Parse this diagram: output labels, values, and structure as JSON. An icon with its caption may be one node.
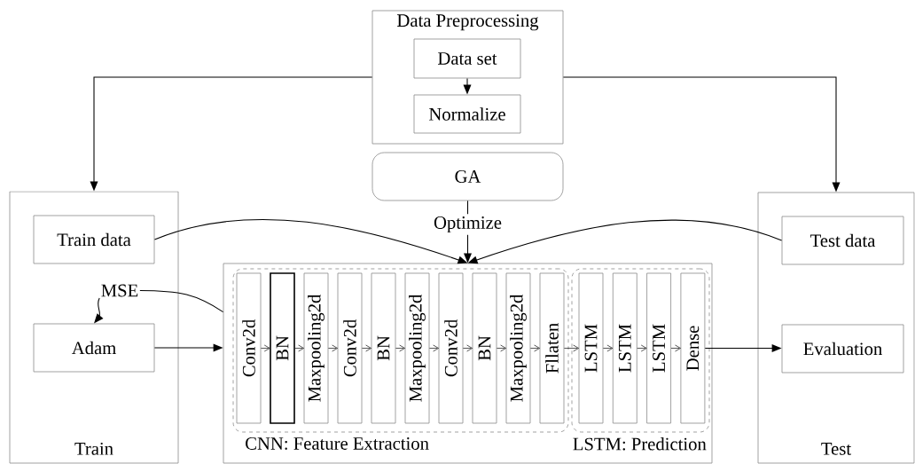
{
  "diagram": {
    "nodes": [
      {
        "text": [
          "Data Preprocessing"
        ]
      },
      {
        "text": [
          "Data set"
        ],
        "in": 0
      },
      {
        "text": [
          "Normalize"
        ],
        "in": 0
      },
      {
        "text": [
          "GA"
        ]
      },
      {
        "text": [
          "Train"
        ]
      },
      {
        "text": [
          "Train data"
        ],
        "in": 4
      },
      {
        "text": [
          "MSE"
        ],
        "in": 4
      },
      {
        "text": [
          "Adam"
        ],
        "in": 4
      },
      {
        "text": [],
        "shape": "box"
      },
      {
        "text": [
          "CNN: Feature Extraction"
        ],
        "in": 8
      },
      {
        "text": [
          "LSTM: Prediction"
        ],
        "in": 8
      },
      {
        "text": [
          "Conv2d"
        ],
        "in": 9
      },
      {
        "text": [
          "BN"
        ],
        "in": 9
      },
      {
        "text": [
          "Maxpooling2d"
        ],
        "in": 9
      },
      {
        "text": [
          "Conv2d"
        ],
        "in": 9
      },
      {
        "text": [
          "BN"
        ],
        "in": 9
      },
      {
        "text": [
          "Maxpooling2d"
        ],
        "in": 9
      },
      {
        "text": [
          "Conv2d"
        ],
        "in": 9
      },
      {
        "text": [
          "BN"
        ],
        "in": 9
      },
      {
        "text": [
          "Maxpooling2d"
        ],
        "in": 9
      },
      {
        "text": [
          "Fllaten"
        ],
        "in": 9
      },
      {
        "text": [
          "LSTM"
        ],
        "in": 10
      },
      {
        "text": [
          "LSTM"
        ],
        "in": 10
      },
      {
        "text": [
          "LSTM"
        ],
        "in": 10
      },
      {
        "text": [
          "Dense"
        ],
        "in": 10
      },
      {
        "text": [
          "Test"
        ]
      },
      {
        "text": [
          "Test data"
        ],
        "in": 25
      },
      {
        "text": [
          "Evaluation"
        ],
        "in": 25
      }
    ],
    "edges": [
      {
        "from": 1,
        "to": 2,
        "arrow": "to"
      },
      {
        "from": 0,
        "to": 4,
        "arrow": "to"
      },
      {
        "from": 0,
        "to": 25,
        "arrow": "to"
      },
      {
        "from": 3,
        "to": 8,
        "arrow": "to",
        "label": "Optimize"
      },
      {
        "from": 5,
        "to": 8,
        "arrow": "to"
      },
      {
        "from": 26,
        "to": 8,
        "arrow": "to"
      },
      {
        "from": 8,
        "to": 6,
        "arrow": "none"
      },
      {
        "from": 6,
        "to": 7,
        "arrow": "to"
      },
      {
        "from": 7,
        "to": 8,
        "arrow": "to"
      },
      {
        "from": 11,
        "to": 12,
        "arrow": "to"
      },
      {
        "from": 12,
        "to": 13,
        "arrow": "to"
      },
      {
        "from": 13,
        "to": 14,
        "arrow": "to"
      },
      {
        "from": 14,
        "to": 15,
        "arrow": "to"
      },
      {
        "from": 15,
        "to": 16,
        "arrow": "to"
      },
      {
        "from": 16,
        "to": 17,
        "arrow": "to"
      },
      {
        "from": 17,
        "to": 18,
        "arrow": "to"
      },
      {
        "from": 18,
        "to": 19,
        "arrow": "to"
      },
      {
        "from": 19,
        "to": 20,
        "arrow": "to"
      },
      {
        "from": 20,
        "to": 21,
        "arrow": "to"
      },
      {
        "from": 21,
        "to": 22,
        "arrow": "to"
      },
      {
        "from": 22,
        "to": 23,
        "arrow": "to"
      },
      {
        "from": 23,
        "to": 24,
        "arrow": "to"
      },
      {
        "from": 24,
        "to": 27,
        "arrow": "to"
      }
    ]
  }
}
